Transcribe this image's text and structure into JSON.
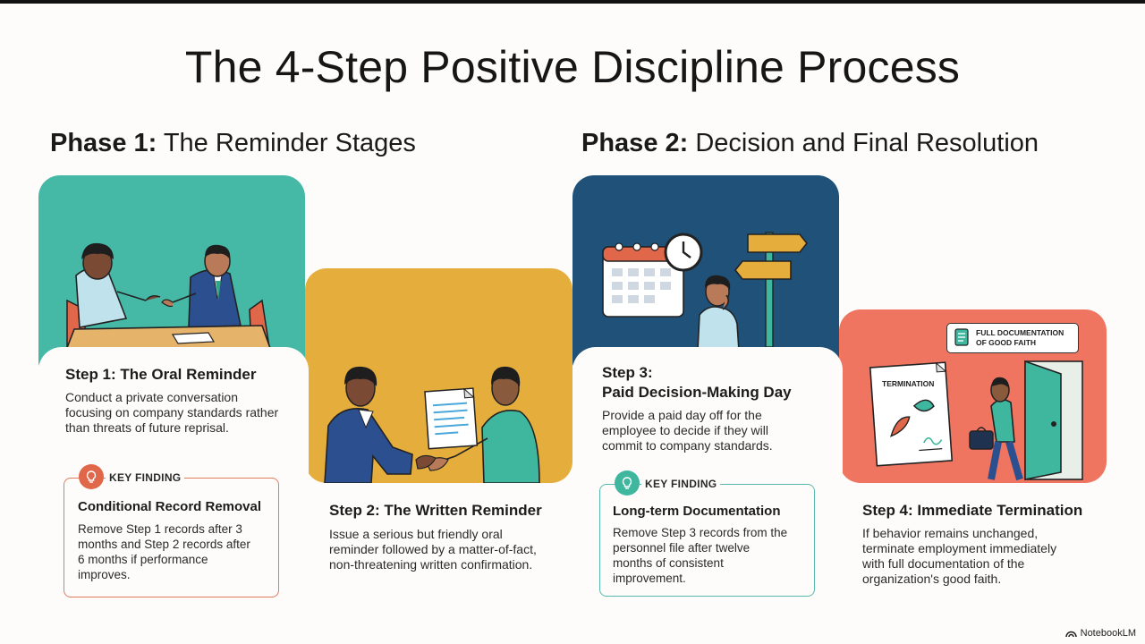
{
  "title": "The 4-Step Positive Discipline Process",
  "phases": [
    {
      "label": "Phase 1:",
      "name": "The Reminder Stages"
    },
    {
      "label": "Phase 2:",
      "name": "Decision and Final Resolution"
    }
  ],
  "steps": [
    {
      "title": "Step 1: The Oral Reminder",
      "lines": [
        "Conduct a private conversation",
        "focusing on company standards rather",
        "than threats of future reprisal."
      ]
    },
    {
      "title": "Step 2: The Written Reminder",
      "lines": [
        "Issue a serious but friendly oral",
        "reminder followed by a matter-of-fact,",
        "non-threatening written confirmation."
      ]
    },
    {
      "title_lines": [
        "Step 3:",
        "Paid Decision-Making Day"
      ],
      "lines": [
        "Provide a paid day off for the",
        "employee to decide if they will",
        "commit to company standards."
      ]
    },
    {
      "title": "Step 4: Immediate Termination",
      "lines": [
        "If behavior remains unchanged,",
        "terminate employment immediately",
        "with full documentation of the",
        "organization's good faith."
      ]
    }
  ],
  "key_findings": [
    {
      "label": "KEY FINDING",
      "title": "Conditional Record Removal",
      "lines": [
        "Remove Step 1 records after 3",
        "months and Step 2 records after",
        "6 months if performance",
        "improves."
      ]
    },
    {
      "label": "KEY FINDING",
      "title": "Long-term Documentation",
      "lines": [
        "Remove Step 3 records from the",
        "personnel file after twelve",
        "months of consistent",
        "improvement."
      ]
    }
  ],
  "illustration_text": {
    "doc_callout": [
      "FULL DOCUMENTATION",
      "OF GOOD FAITH"
    ],
    "termination_doc": "TERMINATION"
  },
  "brand": "NotebookLM",
  "colors": {
    "step1": "#45b8a6",
    "step2": "#e5ad3c",
    "step3": "#1f5179",
    "step4": "#ef7561",
    "finding1_border": "#e27a5e",
    "finding2_border": "#59b9ac"
  },
  "icons": [
    "lightbulb-icon",
    "document-icon",
    "notebooklm-logo-icon"
  ]
}
